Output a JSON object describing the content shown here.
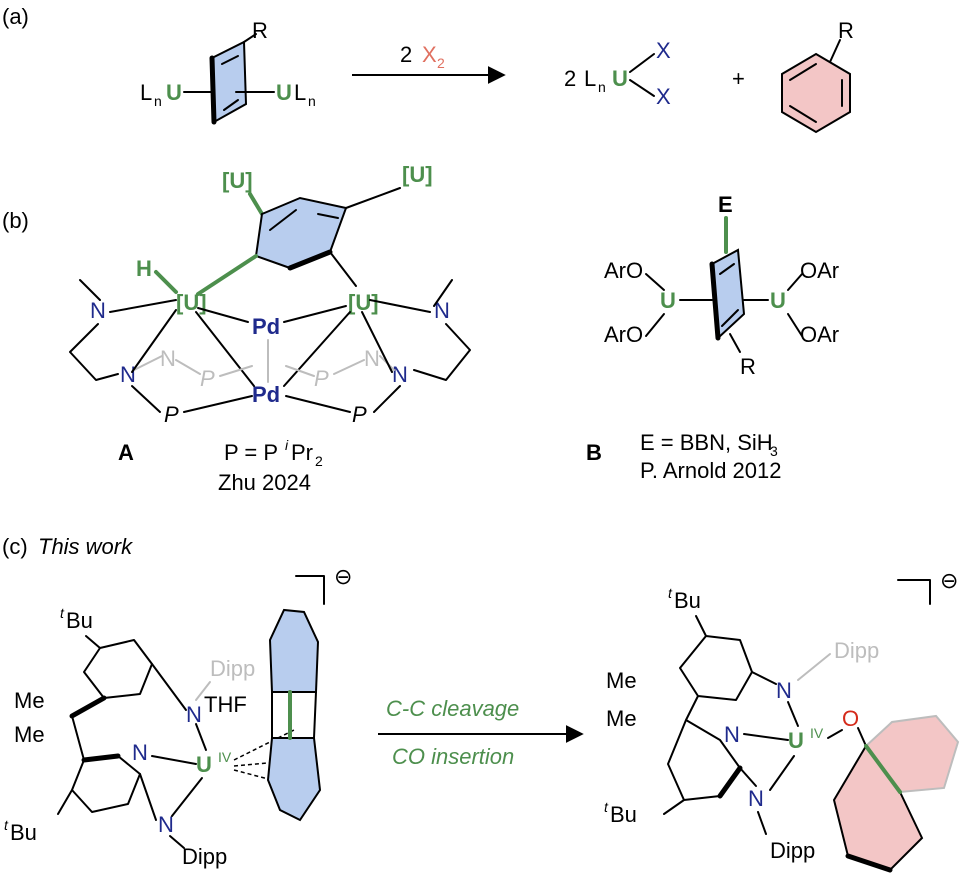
{
  "colors": {
    "uranium": "#4d8f4d",
    "palladium": "#1f2a8c",
    "nitrogen": "#1f2a8c",
    "halogen": "#e07060",
    "oxygen": "#d42a1a",
    "arene_blue": "#b8cdee",
    "arene_pink": "#f3c6c6",
    "gray": "#bdbdbd",
    "green_text": "#4d8f4d"
  },
  "panel_a": {
    "label": "(a)",
    "reactant_left": "L",
    "reactant_left_sub": "n",
    "u": "U",
    "r": "R",
    "reactant_right": "L",
    "reactant_right_sub": "n",
    "reagent_coeff": "2",
    "reagent": "X",
    "reagent_sub": "2",
    "product_coeff": "2",
    "product_l": "L",
    "product_l_sub": "n",
    "x1": "X",
    "x2": "X",
    "plus": "+",
    "arene_r": "R"
  },
  "panel_b": {
    "label": "(b)",
    "u_bracket_1": "[U]",
    "u_bracket_2": "[U]",
    "h": "H",
    "pd1": "Pd",
    "pd2": "Pd",
    "n_label": "N",
    "p_label": "P",
    "compound_a": "A",
    "p_def_1": "P = P",
    "p_def_sup": "i",
    "p_def_2": "Pr",
    "p_def_sub": "2",
    "ref_a": "Zhu 2024",
    "e": "E",
    "aro": "ArO",
    "oar": "OAr",
    "r": "R",
    "compound_b": "B",
    "e_def": "E = BBN, SiH",
    "e_def_sub": "3",
    "ref_b": "P. Arnold 2012"
  },
  "panel_c": {
    "label": "(c)",
    "title": "This work",
    "tbu_sup": "t",
    "tbu": "Bu",
    "me": "Me",
    "dipp": "Dipp",
    "thf": "THF",
    "n": "N",
    "u": "U",
    "oxidation": "IV",
    "charge": "⊖",
    "o": "O",
    "arrow_top": "C-C cleavage",
    "arrow_bottom": "CO insertion"
  }
}
